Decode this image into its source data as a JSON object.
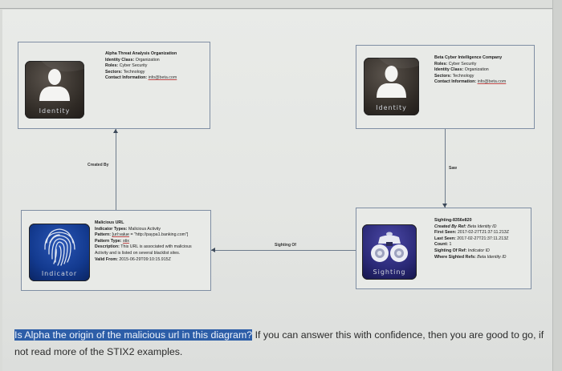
{
  "diagram": {
    "nodes": {
      "alpha_identity": {
        "tile_label": "Identity",
        "icon": "person-silhouette-icon",
        "title": "Alpha Threat Analysis Organization",
        "properties": [
          {
            "key": "Identity Class:",
            "value": "Organization"
          },
          {
            "key": "Roles:",
            "value": "Cyber Security"
          },
          {
            "key": "Sectors:",
            "value": "Technology"
          },
          {
            "key": "Contact Information:",
            "value": "info@beta.com"
          }
        ]
      },
      "beta_identity": {
        "tile_label": "Identity",
        "icon": "person-silhouette-icon",
        "title": "Beta Cyber Intelligence Company",
        "properties": [
          {
            "key": "Roles:",
            "value": "Cyber Security"
          },
          {
            "key": "Identity Class:",
            "value": "Organization"
          },
          {
            "key": "Sectors:",
            "value": "Technology"
          },
          {
            "key": "Contact Information:",
            "value": "info@beta.com"
          }
        ]
      },
      "indicator": {
        "tile_label": "Indicator",
        "icon": "fingerprint-icon",
        "title": "Malicious URL",
        "properties": [
          {
            "key": "Indicator Types:",
            "value": "Malicious Activity"
          },
          {
            "key": "Pattern:",
            "value_prefix": "[url:value",
            "value": " = \"http://paypa1.banking.com\"]"
          },
          {
            "key": "Pattern Type:",
            "value": "stix"
          },
          {
            "key": "Description:",
            "value": "This URL is associated with malicious"
          },
          {
            "key": "",
            "value": "Activity and is listed on several blacklist sites."
          },
          {
            "key": "Valid From:",
            "value": "2015-06-29T09:10:15.915Z"
          }
        ]
      },
      "sighting": {
        "tile_label": "Sighting",
        "icon": "binoculars-icon",
        "title": "Sighting-8356e820",
        "properties": [
          {
            "key": "Created By Ref:",
            "value": "Beta Identity ID"
          },
          {
            "key": "First Seen:",
            "value": "2017-02-27T21:37:11.213Z"
          },
          {
            "key": "Last Seen:",
            "value": "2017-02-27T21:37:11.213Z"
          },
          {
            "key": "Count:",
            "value": "1"
          },
          {
            "key": "Sighting Of Ref:",
            "value": "Indicator ID"
          },
          {
            "key": "Where Sighted Refs:",
            "value": "Beta Identity ID"
          }
        ]
      }
    },
    "edges": {
      "created_by": "Created By",
      "saw": "Saw",
      "sighting_of": "Sighting Of"
    }
  },
  "caption": {
    "highlighted": "Is Alpha the origin of the malicious url in this diagram?",
    "rest": " If you can answer this with confidence, then you are good to go, if not read more of the STIX2 examples."
  },
  "colors": {
    "node_border": "#7f8ea3",
    "identity_tile": "#2f2a25",
    "indicator_tile": "#133a8f",
    "sighting_tile": "#2b2a78",
    "highlight": "#2d5ea8"
  }
}
